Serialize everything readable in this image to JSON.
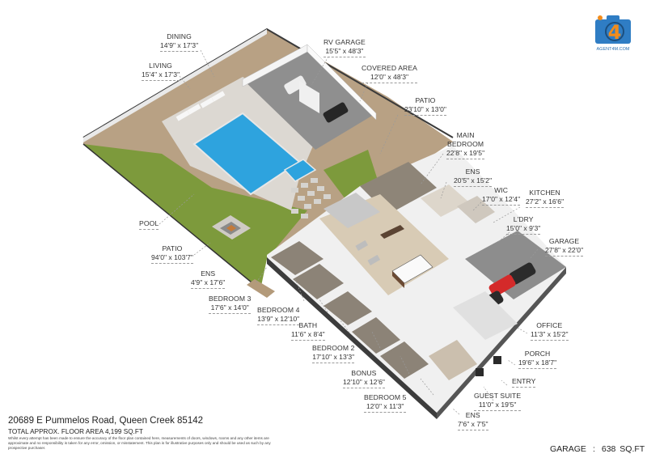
{
  "logo": {
    "text": "AGENT4M.COM",
    "glyph": "4",
    "colors": {
      "camera": "#2f7dc4",
      "accent": "#f28c1b"
    }
  },
  "rooms": [
    {
      "id": "dining",
      "name": "DINING",
      "dim": "14'9\" x 17'3\""
    },
    {
      "id": "living",
      "name": "LIVING",
      "dim": "15'4\" x 17'3\""
    },
    {
      "id": "rv-garage",
      "name": "RV GARAGE",
      "dim": "15'5\" x 48'3\""
    },
    {
      "id": "covered-area",
      "name": "COVERED AREA",
      "dim": "12'0\" x 48'3\""
    },
    {
      "id": "patio-rear",
      "name": "PATIO",
      "dim": "23'10\" x 13'0\""
    },
    {
      "id": "main-bedroom",
      "name": "MAIN BEDROOM",
      "name_l1": "MAIN",
      "name_l2": "BEDROOM",
      "dim": "22'8\" x 19'5\""
    },
    {
      "id": "ens-main",
      "name": "ENS",
      "dim": "20'5\" x 15'2\""
    },
    {
      "id": "wic",
      "name": "WIC",
      "dim": "17'0\" x 12'4\""
    },
    {
      "id": "kitchen",
      "name": "KITCHEN",
      "dim": "27'2\" x 16'6\""
    },
    {
      "id": "laundry",
      "name": "L'DRY",
      "dim": "15'0\" x 9'3\""
    },
    {
      "id": "garage",
      "name": "GARAGE",
      "dim": "27'8\" x 22'0\""
    },
    {
      "id": "pool",
      "name": "POOL",
      "dim": ""
    },
    {
      "id": "patio-yard",
      "name": "PATIO",
      "dim": "94'0\" x 103'7\""
    },
    {
      "id": "ens-bed3",
      "name": "ENS",
      "dim": "4'9\" x 17'6\""
    },
    {
      "id": "bedroom-3",
      "name": "BEDROOM 3",
      "dim": "17'6\" x 14'0\""
    },
    {
      "id": "bedroom-4",
      "name": "BEDROOM 4",
      "dim": "13'9\" x 12'10\""
    },
    {
      "id": "bath",
      "name": "BATH",
      "dim": "11'6\" x 8'4\""
    },
    {
      "id": "bedroom-2",
      "name": "BEDROOM 2",
      "dim": "17'10\" x 13'3\""
    },
    {
      "id": "bonus",
      "name": "BONUS",
      "dim": "12'10\" x 12'6\""
    },
    {
      "id": "bedroom-5",
      "name": "BEDROOM 5",
      "dim": "12'0\" x 11'3\""
    },
    {
      "id": "office",
      "name": "OFFICE",
      "dim": "11'3\" x 15'2\""
    },
    {
      "id": "porch",
      "name": "PORCH",
      "dim": "19'6\" x 18'7\""
    },
    {
      "id": "entry",
      "name": "ENTRY",
      "dim": ""
    },
    {
      "id": "guest-suite",
      "name": "GUEST SUITE",
      "dim": "11'0\" x 19'5\""
    },
    {
      "id": "ens-guest",
      "name": "ENS",
      "dim": "7'6\" x 7'5\""
    }
  ],
  "footer": {
    "address": "20689 E Pummelos Road, Queen Creek 85142",
    "total_area": "TOTAL APPROX. FLOOR AREA 4,199 SQ.FT",
    "disclaimer": "Whilst every attempt has been made to ensure the accuracy of the floor plan contained here, measurements of doors, windows, rooms and any other items are approximate and no responsibility is taken for any error, omission, or misstatement. This plan is for illustrative purposes only and should be used as such by any prospective purchaser."
  },
  "garage_area": {
    "label": "GARAGE",
    "separator": ":",
    "value": "638 SQ.FT"
  },
  "colors": {
    "pool": "#2aa0dc",
    "lawn": "#7c9a3c",
    "gravel": "#b59a7a",
    "deck": "#d9d5cf",
    "floor": "#cbbfae",
    "wall": "#f4f4f4",
    "car_red": "#d42a2a"
  }
}
